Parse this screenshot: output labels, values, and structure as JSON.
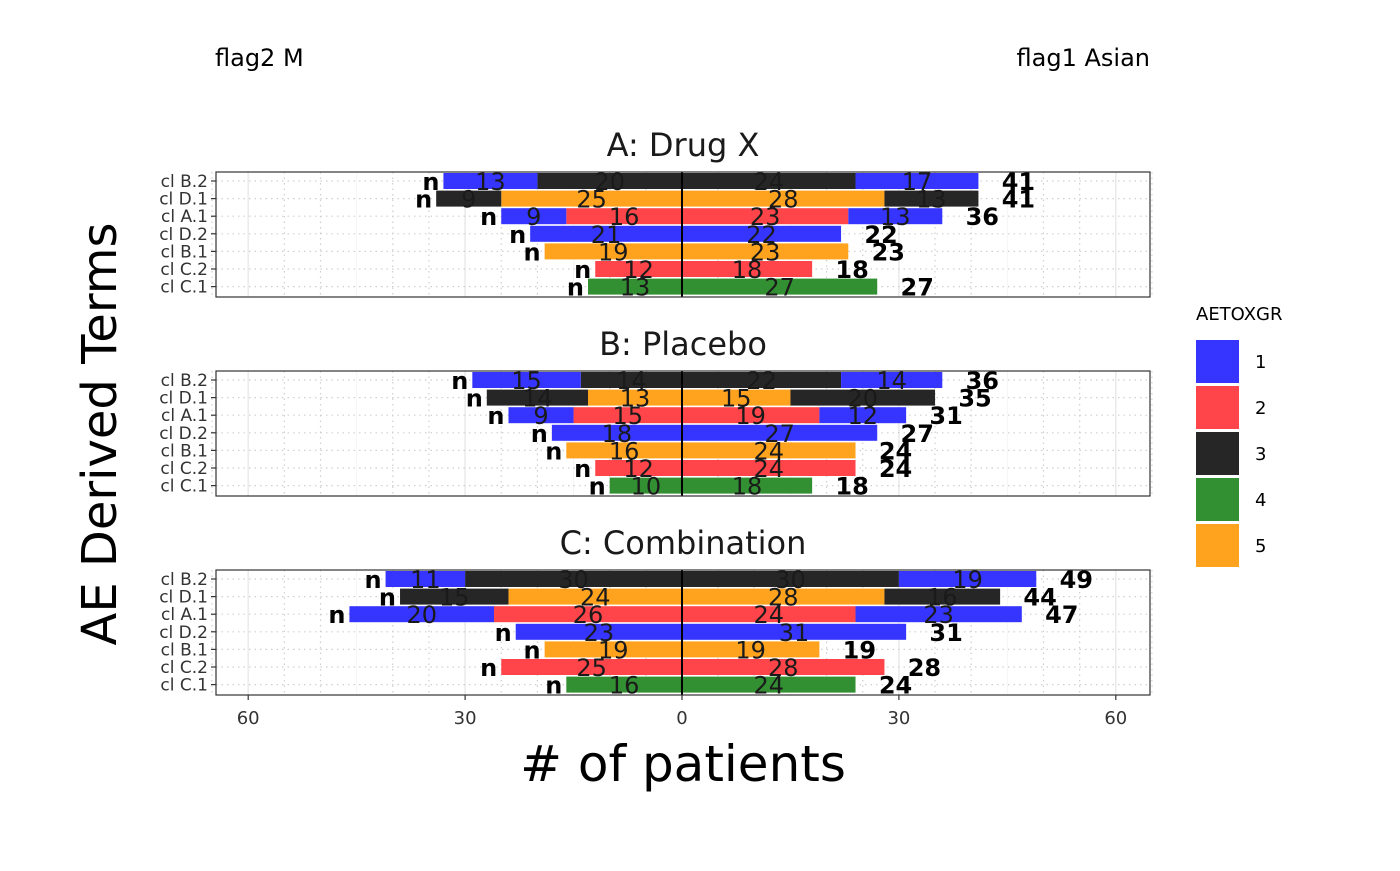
{
  "header": {
    "left_label": "flag2 M",
    "right_label": "flag1 Asian"
  },
  "chart_data": {
    "type": "bar",
    "orientation": "horizontal-diverging",
    "xlabel": "# of patients",
    "ylabel": "AE Derived Terms",
    "xlim": [
      -65,
      65
    ],
    "x_ticks": [
      -60,
      -30,
      0,
      30,
      60
    ],
    "x_tick_labels": [
      "60",
      "30",
      "0",
      "30",
      "60"
    ],
    "grid": true,
    "legend": {
      "title": "AETOXGR",
      "position": "right",
      "entries": [
        {
          "label": "1",
          "color": "#3535FF"
        },
        {
          "label": "2",
          "color": "#FF4549"
        },
        {
          "label": "3",
          "color": "#262626"
        },
        {
          "label": "4",
          "color": "#328F32"
        },
        {
          "label": "5",
          "color": "#FFA31F"
        }
      ]
    },
    "categories": [
      "cl B.2",
      "cl D.1",
      "cl A.1",
      "cl D.2",
      "cl B.1",
      "cl C.2",
      "cl C.1"
    ],
    "panels": [
      {
        "title": "A: Drug X",
        "rows": [
          {
            "term": "cl B.2",
            "left_segments": [
              {
                "grade": "3",
                "value": 20
              },
              {
                "grade": "1",
                "value": 13
              }
            ],
            "right_segments": [
              {
                "grade": "3",
                "value": 24
              },
              {
                "grade": "1",
                "value": 17
              }
            ],
            "left_total_label": "n",
            "right_total": 41
          },
          {
            "term": "cl D.1",
            "left_segments": [
              {
                "grade": "5",
                "value": 25
              },
              {
                "grade": "3",
                "value": 9
              }
            ],
            "right_segments": [
              {
                "grade": "5",
                "value": 28
              },
              {
                "grade": "3",
                "value": 13
              }
            ],
            "left_total_label": "n",
            "right_total": 41
          },
          {
            "term": "cl A.1",
            "left_segments": [
              {
                "grade": "2",
                "value": 16
              },
              {
                "grade": "1",
                "value": 9
              }
            ],
            "right_segments": [
              {
                "grade": "2",
                "value": 23
              },
              {
                "grade": "1",
                "value": 13
              }
            ],
            "left_total_label": "n",
            "right_total": 36
          },
          {
            "term": "cl D.2",
            "left_segments": [
              {
                "grade": "1",
                "value": 21
              }
            ],
            "right_segments": [
              {
                "grade": "1",
                "value": 22
              }
            ],
            "left_total_label": "n",
            "right_total": 22
          },
          {
            "term": "cl B.1",
            "left_segments": [
              {
                "grade": "5",
                "value": 19
              }
            ],
            "right_segments": [
              {
                "grade": "5",
                "value": 23
              }
            ],
            "left_total_label": "n",
            "right_total": 23
          },
          {
            "term": "cl C.2",
            "left_segments": [
              {
                "grade": "2",
                "value": 12
              }
            ],
            "right_segments": [
              {
                "grade": "2",
                "value": 18
              }
            ],
            "left_total_label": "n",
            "right_total": 18
          },
          {
            "term": "cl C.1",
            "left_segments": [
              {
                "grade": "4",
                "value": 13
              }
            ],
            "right_segments": [
              {
                "grade": "4",
                "value": 27
              }
            ],
            "left_total_label": "n",
            "right_total": 27
          }
        ]
      },
      {
        "title": "B: Placebo",
        "rows": [
          {
            "term": "cl B.2",
            "left_segments": [
              {
                "grade": "3",
                "value": 14
              },
              {
                "grade": "1",
                "value": 15
              }
            ],
            "right_segments": [
              {
                "grade": "3",
                "value": 22
              },
              {
                "grade": "1",
                "value": 14
              }
            ],
            "left_total_label": "n",
            "right_total": 36
          },
          {
            "term": "cl D.1",
            "left_segments": [
              {
                "grade": "5",
                "value": 13
              },
              {
                "grade": "3",
                "value": 14
              }
            ],
            "right_segments": [
              {
                "grade": "5",
                "value": 15
              },
              {
                "grade": "3",
                "value": 20
              }
            ],
            "left_total_label": "n",
            "right_total": 35
          },
          {
            "term": "cl A.1",
            "left_segments": [
              {
                "grade": "2",
                "value": 15
              },
              {
                "grade": "1",
                "value": 9
              }
            ],
            "right_segments": [
              {
                "grade": "2",
                "value": 19
              },
              {
                "grade": "1",
                "value": 12
              }
            ],
            "left_total_label": "n",
            "right_total": 31
          },
          {
            "term": "cl D.2",
            "left_segments": [
              {
                "grade": "1",
                "value": 18
              }
            ],
            "right_segments": [
              {
                "grade": "1",
                "value": 27
              }
            ],
            "left_total_label": "n",
            "right_total": 27
          },
          {
            "term": "cl B.1",
            "left_segments": [
              {
                "grade": "5",
                "value": 16
              }
            ],
            "right_segments": [
              {
                "grade": "5",
                "value": 24
              }
            ],
            "left_total_label": "n",
            "right_total": 24
          },
          {
            "term": "cl C.2",
            "left_segments": [
              {
                "grade": "2",
                "value": 12
              }
            ],
            "right_segments": [
              {
                "grade": "2",
                "value": 24
              }
            ],
            "left_total_label": "n",
            "right_total": 24
          },
          {
            "term": "cl C.1",
            "left_segments": [
              {
                "grade": "4",
                "value": 10
              }
            ],
            "right_segments": [
              {
                "grade": "4",
                "value": 18
              }
            ],
            "left_total_label": "n",
            "right_total": 18
          }
        ]
      },
      {
        "title": "C: Combination",
        "rows": [
          {
            "term": "cl B.2",
            "left_segments": [
              {
                "grade": "3",
                "value": 30
              },
              {
                "grade": "1",
                "value": 11
              }
            ],
            "right_segments": [
              {
                "grade": "3",
                "value": 30
              },
              {
                "grade": "1",
                "value": 19
              }
            ],
            "left_total_label": "n",
            "right_total": 49
          },
          {
            "term": "cl D.1",
            "left_segments": [
              {
                "grade": "5",
                "value": 24
              },
              {
                "grade": "3",
                "value": 15
              }
            ],
            "right_segments": [
              {
                "grade": "5",
                "value": 28
              },
              {
                "grade": "3",
                "value": 16
              }
            ],
            "left_total_label": "n",
            "right_total": 44
          },
          {
            "term": "cl A.1",
            "left_segments": [
              {
                "grade": "2",
                "value": 26
              },
              {
                "grade": "1",
                "value": 20
              }
            ],
            "right_segments": [
              {
                "grade": "2",
                "value": 24
              },
              {
                "grade": "1",
                "value": 23
              }
            ],
            "left_total_label": "n",
            "right_total": 47
          },
          {
            "term": "cl D.2",
            "left_segments": [
              {
                "grade": "1",
                "value": 23
              }
            ],
            "right_segments": [
              {
                "grade": "1",
                "value": 31
              }
            ],
            "left_total_label": "n",
            "right_total": 31
          },
          {
            "term": "cl B.1",
            "left_segments": [
              {
                "grade": "5",
                "value": 19
              }
            ],
            "right_segments": [
              {
                "grade": "5",
                "value": 19
              }
            ],
            "left_total_label": "n",
            "right_total": 19
          },
          {
            "term": "cl C.2",
            "left_segments": [
              {
                "grade": "2",
                "value": 25
              }
            ],
            "right_segments": [
              {
                "grade": "2",
                "value": 28
              }
            ],
            "left_total_label": "n",
            "right_total": 28
          },
          {
            "term": "cl C.1",
            "left_segments": [
              {
                "grade": "4",
                "value": 16
              }
            ],
            "right_segments": [
              {
                "grade": "4",
                "value": 24
              }
            ],
            "left_total_label": "n",
            "right_total": 24
          }
        ]
      }
    ]
  }
}
